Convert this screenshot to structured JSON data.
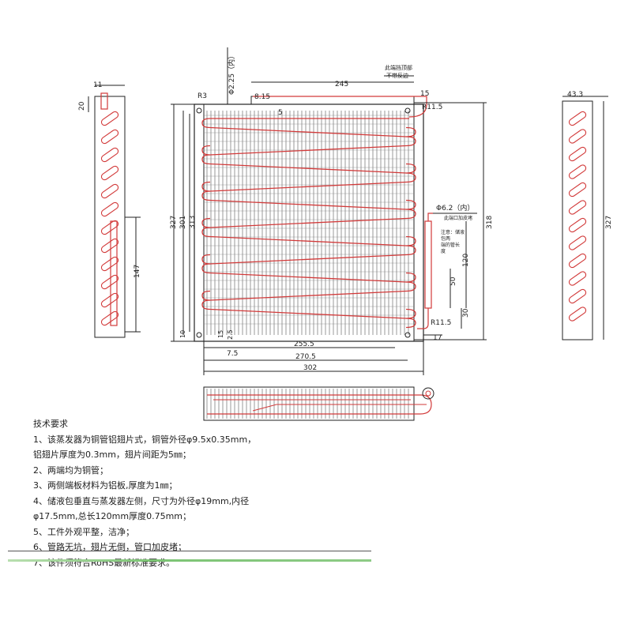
{
  "dimensions": {
    "phi225": "Φ2.25（内）",
    "d245": "245",
    "d815": "8.15",
    "d15_top": "15",
    "d5": "5",
    "r115_top": "R11.5",
    "r3": "R3",
    "d327_left": "327",
    "d301": "301",
    "d313": "313",
    "d318": "318",
    "phi62": "Φ6.2（内）",
    "d120": "120",
    "d50": "50",
    "d30": "30",
    "r115_bot": "R11.5",
    "d17": "17",
    "d10": "10",
    "d15_bot": "15",
    "d25": "2.5",
    "d75": "7.5",
    "d2555": "255.5",
    "d2705": "270.5",
    "d302": "302",
    "side_top11": "11",
    "side_20": "20",
    "side_147": "147",
    "right_433": "43.3",
    "right_327": "327"
  },
  "annotations": {
    "top_note_line1": "此端挡顶部",
    "top_note_line2": "不带反边",
    "pipe_note": "此端口加皮堵",
    "side_note_1": "注意：储液",
    "side_note_2": "包两",
    "side_note_3": "端的管长",
    "side_note_4": "度"
  },
  "tech_requirements": {
    "title": "技术要求",
    "items": [
      "1、该蒸发器为铜管铝翅片式，铜管外径φ9.5x0.35mm，",
      "铝翅片厚度为0.3mm，翅片间距为5㎜；",
      "2、两端均为铜管；",
      "3、两侧端板材料为铝板,厚度为1㎜；",
      "4、储液包垂直与蒸发器左侧，尺寸为外径φ19mm,内径",
      "φ17.5mm,总长120mm厚度0.75mm；",
      "5、工件外观平整，洁净；",
      "6、管路无坑，翅片无倒，管口加皮堵；",
      "7、该件须符合RoHS最新标准要求。"
    ]
  },
  "colors": {
    "line": "#222222",
    "tube": "#d23a3a",
    "fin": "#444444",
    "rule_green": "#7cc474"
  }
}
